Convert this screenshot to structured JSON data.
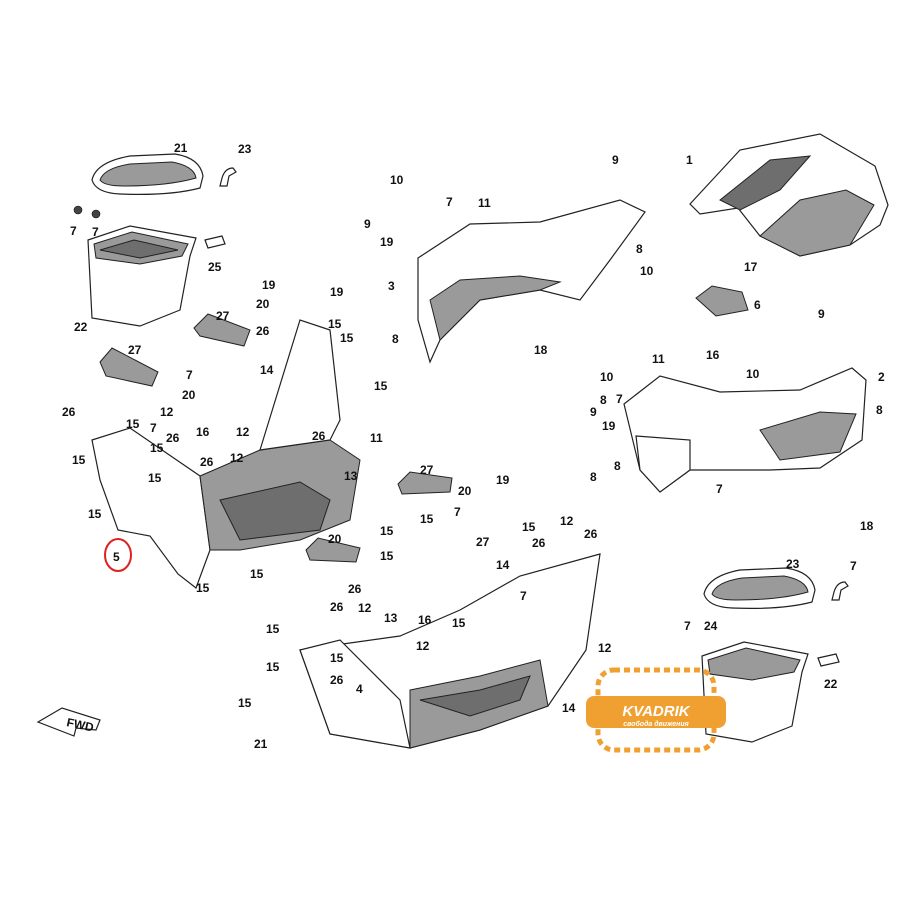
{
  "callouts": [
    {
      "id": "c21a",
      "text": "21"
    },
    {
      "id": "c23a",
      "text": "23"
    },
    {
      "id": "c7a",
      "text": "7"
    },
    {
      "id": "c7b",
      "text": "7"
    },
    {
      "id": "c25",
      "text": "25"
    },
    {
      "id": "c22a",
      "text": "22"
    },
    {
      "id": "c27a",
      "text": "27"
    },
    {
      "id": "c27b",
      "text": "27"
    },
    {
      "id": "c19a",
      "text": "19"
    },
    {
      "id": "c20a",
      "text": "20"
    },
    {
      "id": "c19b",
      "text": "19"
    },
    {
      "id": "c26a",
      "text": "26"
    },
    {
      "id": "c15a",
      "text": "15"
    },
    {
      "id": "c15b",
      "text": "15"
    },
    {
      "id": "c14a",
      "text": "14"
    },
    {
      "id": "c7c",
      "text": "7"
    },
    {
      "id": "c20b",
      "text": "20"
    },
    {
      "id": "c15c",
      "text": "15"
    },
    {
      "id": "c12a",
      "text": "12"
    },
    {
      "id": "c26b",
      "text": "26"
    },
    {
      "id": "c15d",
      "text": "15"
    },
    {
      "id": "c7d",
      "text": "7"
    },
    {
      "id": "c26c",
      "text": "26"
    },
    {
      "id": "c16a",
      "text": "16"
    },
    {
      "id": "c12b",
      "text": "12"
    },
    {
      "id": "c26d",
      "text": "26"
    },
    {
      "id": "c11a",
      "text": "11"
    },
    {
      "id": "c15e",
      "text": "15"
    },
    {
      "id": "c26e",
      "text": "26"
    },
    {
      "id": "c12c",
      "text": "12"
    },
    {
      "id": "c13a",
      "text": "13"
    },
    {
      "id": "c15f",
      "text": "15"
    },
    {
      "id": "c15g",
      "text": "15"
    },
    {
      "id": "c15h",
      "text": "15"
    },
    {
      "id": "c5",
      "text": "5"
    },
    {
      "id": "c15i",
      "text": "15"
    },
    {
      "id": "c15j",
      "text": "15"
    },
    {
      "id": "c10a",
      "text": "10"
    },
    {
      "id": "c7e",
      "text": "7"
    },
    {
      "id": "c9a",
      "text": "9"
    },
    {
      "id": "c11b",
      "text": "11"
    },
    {
      "id": "c19c",
      "text": "19"
    },
    {
      "id": "c3",
      "text": "3"
    },
    {
      "id": "c8a",
      "text": "8"
    },
    {
      "id": "c10b",
      "text": "10"
    },
    {
      "id": "c8b",
      "text": "8"
    },
    {
      "id": "c18a",
      "text": "18"
    },
    {
      "id": "c9b",
      "text": "9"
    },
    {
      "id": "c1",
      "text": "1"
    },
    {
      "id": "c17",
      "text": "17"
    },
    {
      "id": "c6",
      "text": "6"
    },
    {
      "id": "c9c",
      "text": "9"
    },
    {
      "id": "c11c",
      "text": "11"
    },
    {
      "id": "c16b",
      "text": "16"
    },
    {
      "id": "c10c",
      "text": "10"
    },
    {
      "id": "c10d",
      "text": "10"
    },
    {
      "id": "c2",
      "text": "2"
    },
    {
      "id": "c9d",
      "text": "9"
    },
    {
      "id": "c8c",
      "text": "8"
    },
    {
      "id": "c7f",
      "text": "7"
    },
    {
      "id": "c19d",
      "text": "19"
    },
    {
      "id": "c8d",
      "text": "8"
    },
    {
      "id": "c8e",
      "text": "8"
    },
    {
      "id": "c8f",
      "text": "8"
    },
    {
      "id": "c7g",
      "text": "7"
    },
    {
      "id": "c18b",
      "text": "18"
    },
    {
      "id": "c27c",
      "text": "27"
    },
    {
      "id": "c19e",
      "text": "19"
    },
    {
      "id": "c20c",
      "text": "20"
    },
    {
      "id": "c7h",
      "text": "7"
    },
    {
      "id": "c15k",
      "text": "15"
    },
    {
      "id": "c15l",
      "text": "15"
    },
    {
      "id": "c12d",
      "text": "12"
    },
    {
      "id": "c15m",
      "text": "15"
    },
    {
      "id": "c26f",
      "text": "26"
    },
    {
      "id": "c27d",
      "text": "27"
    },
    {
      "id": "c20d",
      "text": "20"
    },
    {
      "id": "c15n",
      "text": "15"
    },
    {
      "id": "c26g",
      "text": "26"
    },
    {
      "id": "c14b",
      "text": "14"
    },
    {
      "id": "c7i",
      "text": "7"
    },
    {
      "id": "c26h",
      "text": "26"
    },
    {
      "id": "c26i",
      "text": "26"
    },
    {
      "id": "c12e",
      "text": "12"
    },
    {
      "id": "c13b",
      "text": "13"
    },
    {
      "id": "c15o",
      "text": "15"
    },
    {
      "id": "c16c",
      "text": "16"
    },
    {
      "id": "c15p",
      "text": "15"
    },
    {
      "id": "c15q",
      "text": "15"
    },
    {
      "id": "c15r",
      "text": "15"
    },
    {
      "id": "c26j",
      "text": "26"
    },
    {
      "id": "c12f",
      "text": "12"
    },
    {
      "id": "c4",
      "text": "4"
    },
    {
      "id": "c12g",
      "text": "12"
    },
    {
      "id": "c14c",
      "text": "14"
    },
    {
      "id": "c15s",
      "text": "15"
    },
    {
      "id": "c21b",
      "text": "21"
    },
    {
      "id": "c23b",
      "text": "23"
    },
    {
      "id": "c7j",
      "text": "7"
    },
    {
      "id": "c7k",
      "text": "7"
    },
    {
      "id": "c24",
      "text": "24"
    },
    {
      "id": "c22b",
      "text": "22"
    }
  ],
  "fwd_label": "FWD",
  "watermark": {
    "brand": "KVADRIK",
    "tagline": "свобода движения",
    "color": "#f0a030"
  },
  "highlight_color": "#e02020"
}
